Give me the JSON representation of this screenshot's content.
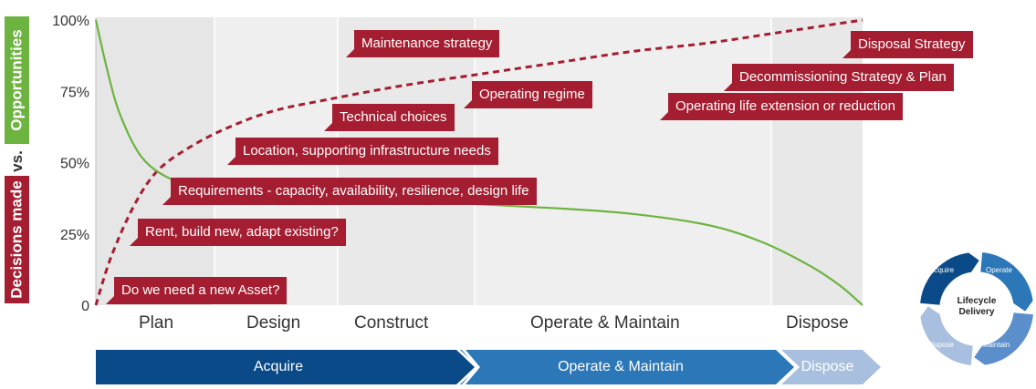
{
  "y_title": {
    "part1": "Decisions made",
    "part2": "vs.",
    "part3": "Opportunities"
  },
  "colors": {
    "annotation": "#a51d30",
    "decisions_curve": "#a51d30",
    "opportunities_curve": "#6cb33f",
    "acquire": "#0b4a88",
    "operate_maintain": "#2b77b8",
    "dispose": "#a9bfdf",
    "plot_bg": "#efefef"
  },
  "chart_data": {
    "type": "line",
    "ylim": [
      0,
      100
    ],
    "y_ticks": [
      "100%",
      "75%",
      "50%",
      "25%",
      "0"
    ],
    "y_tick_values": [
      100,
      75,
      50,
      25,
      0
    ],
    "x_categories": [
      "Plan",
      "Design",
      "Construct",
      "Operate & Maintain",
      "Dispose"
    ],
    "series": [
      {
        "style": "dashed",
        "color": "#a51d30",
        "x": [
          0,
          0.02,
          0.05,
          0.08,
          0.12,
          0.17,
          0.23,
          0.3,
          0.4,
          0.5,
          0.6,
          0.7,
          0.8,
          0.9,
          1.0
        ],
        "y": [
          0,
          17,
          35,
          47,
          55,
          62,
          68,
          72,
          77,
          81,
          85,
          89,
          92,
          96,
          100
        ]
      },
      {
        "style": "solid",
        "color": "#6cb33f",
        "x": [
          0,
          0.01,
          0.02,
          0.03,
          0.05,
          0.07,
          0.1,
          0.14,
          0.2,
          0.3,
          0.45,
          0.6,
          0.7,
          0.8,
          0.87,
          0.93,
          0.97,
          1.0
        ],
        "y": [
          100,
          88,
          77,
          68,
          56,
          49,
          44,
          41,
          39,
          37.5,
          36,
          34,
          32,
          28,
          22,
          14,
          7,
          0
        ]
      }
    ],
    "annotations": [
      "Maintenance strategy",
      "Disposal Strategy",
      "Decommissioning Strategy & Plan",
      "Operating regime",
      "Operating life extension or reduction",
      "Technical choices",
      "Location, supporting infrastructure needs",
      "Requirements - capacity, availability, resilience, design life",
      "Rent, build new, adapt existing?",
      "Do we need a new Asset?"
    ]
  },
  "bands": [
    "Acquire",
    "Operate & Maintain",
    "Dispose"
  ],
  "lifecycle": {
    "center": "Lifecycle Delivery",
    "labels": [
      "Acquire",
      "Operate",
      "Maintain",
      "Dispose"
    ]
  }
}
